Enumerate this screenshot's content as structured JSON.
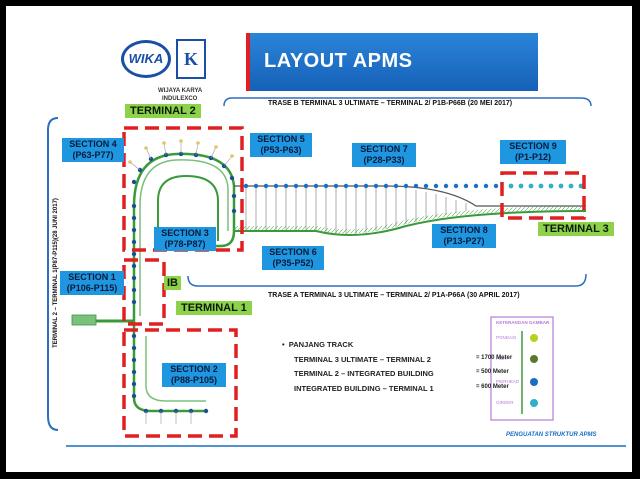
{
  "header": {
    "title": "LAYOUT APMS",
    "logo_text": "WIKA",
    "subtitle_line1": "WIJAYA KARYA",
    "subtitle_line2": "INDULEXCO"
  },
  "captions": {
    "trase_b": "TRASE B TERMINAL 3 ULTIMATE – TERMINAL 2/ P1B-P66B (20 MEI 2017)",
    "trase_a": "TRASE A TERMINAL 3 ULTIMATE – TERMINAL 2/ P1A-P66A (30 APRIL 2017)",
    "vertical": "TERMINAL 2 – TERMINAL 1(P87-P115)(28 JUNI 2017)"
  },
  "terminals": {
    "t1": "TERMINAL 1",
    "t2": "TERMINAL 2",
    "t3": "TERMINAL 3",
    "ib": "IB"
  },
  "sections": [
    {
      "name": "SECTION 4",
      "range": "(P63-P77)"
    },
    {
      "name": "SECTION 5",
      "range": "(P53-P63)"
    },
    {
      "name": "SECTION 7",
      "range": "(P28-P33)"
    },
    {
      "name": "SECTION 9",
      "range": "(P1-P12)"
    },
    {
      "name": "SECTION 3",
      "range": "(P78-P87)"
    },
    {
      "name": "SECTION 8",
      "range": "(P13-P27)"
    },
    {
      "name": "SECTION 6",
      "range": "(P35-P52)"
    },
    {
      "name": "SECTION 1",
      "range": "(P106-P115)"
    },
    {
      "name": "SECTION 2",
      "range": "(P88-P105)"
    }
  ],
  "track_info": {
    "heading": "PANJANG TRACK",
    "rows": [
      {
        "label": "TERMINAL 3 ULTIMATE – TERMINAL 2",
        "value": "= 1700 Meter"
      },
      {
        "label": "TERMINAL 2 – INTEGRATED BUILDING",
        "value": "= 500 Meter"
      },
      {
        "label": "INTEGRATED BUILDING – TERMINAL 1",
        "value": "= 600 Meter"
      }
    ]
  },
  "legend": {
    "title": "KETERANGAN GAMBAR",
    "items": [
      "PONDASI",
      "PIER",
      "PIERHEAD",
      "GIRDER"
    ]
  },
  "footer": "PENGUATAN STRUKTUR APMS",
  "colors": {
    "banner_blue": "#1a6fc4",
    "section_blue": "#1e96e0",
    "terminal_green": "#8ed24a",
    "dash_red": "#e02020",
    "track_green": "#3a9a3a"
  }
}
